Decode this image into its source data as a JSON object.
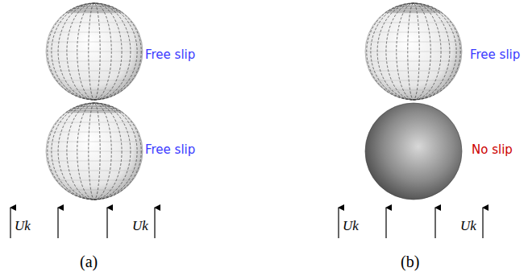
{
  "diagram": {
    "labels": [
      "Free slip",
      "Free slip",
      "Uk",
      "Uk",
      "(a)",
      "Free slip",
      "No slip",
      "Uk",
      "Uk",
      "(b)"
    ]
  }
}
